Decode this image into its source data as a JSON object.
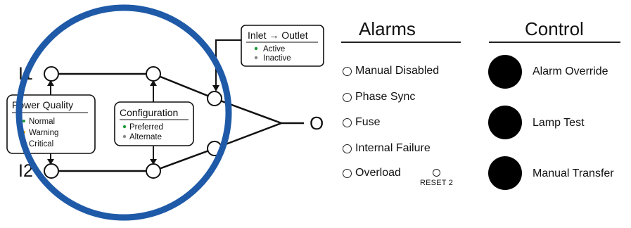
{
  "diagram": {
    "input1_label": "I1",
    "input2_label": "I2",
    "output_label": "O",
    "power_quality": {
      "title": "Power Quality",
      "items": [
        "Normal",
        "Warning",
        "Critical"
      ]
    },
    "configuration": {
      "title": "Configuration",
      "items": [
        "Preferred",
        "Alternate"
      ]
    },
    "inlet_outlet": {
      "title": "Inlet → Outlet",
      "items": [
        "Active",
        "Inactive"
      ]
    }
  },
  "alarms": {
    "title": "Alarms",
    "items": [
      "Manual Disabled",
      "Phase Sync",
      "Fuse",
      "Internal Failure",
      "Overload"
    ],
    "reset_label": "RESET 2"
  },
  "control": {
    "title": "Control",
    "buttons": [
      "Alarm Override",
      "Lamp Test",
      "Manual Transfer"
    ]
  },
  "colors": {
    "highlight_ring": "#1f5aa8",
    "indicator_green": "#1f9a3a",
    "indicator_gray": "#8a8a8a",
    "button_fill": "#000000",
    "line": "#111111"
  }
}
